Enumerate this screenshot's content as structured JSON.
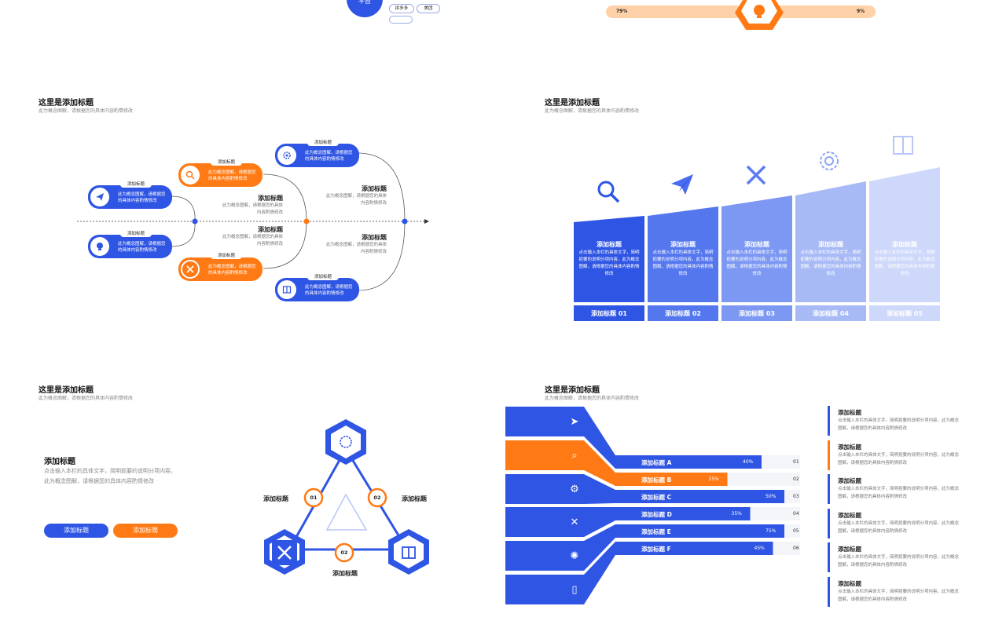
{
  "top": {
    "platform_label": "平台",
    "tag_pinduoduo": "拼多多",
    "tag_meituan": "美团",
    "progress_left": "79%",
    "progress_right": "9%",
    "progress_value_left": 79,
    "progress_value_right": 9
  },
  "slide1": {
    "title": "这里是添加标题",
    "subtitle": "此为概念图解，请根据您的具体内容酌情修改",
    "node_title": "添加标题",
    "node_text": "此为概念图解，请根据您的具体内容酌情修改",
    "branch_title": "添加标题",
    "branch_text": "此为概念图解，请根据您的具体内容酌情修改"
  },
  "slide2": {
    "title": "这里是添加标题",
    "subtitle": "此为概念图解，请根据您的具体内容酌情修改",
    "col_title": "添加标题",
    "col_text": "点击输入本栏的具体文字，简明扼要的说明分项内容，此为概念图解，请根据您的具体内容酌情修改",
    "footers": [
      "添加标题 01",
      "添加标题 02",
      "添加标题 03",
      "添加标题 04",
      "添加标题 05"
    ],
    "colors": [
      "#2f55e4",
      "#5577ee",
      "#7d98f2",
      "#a8baf6",
      "#cdd8fa"
    ]
  },
  "slide3": {
    "title": "这里是添加标题",
    "subtitle": "此为概念图解，请根据您的具体内容酌情修改",
    "heading": "添加标题",
    "body": "点击输入本栏的具体文字，简明扼要的说明分项内容，此为概念图解，请根据您的具体内容酌情修改",
    "btn_blue": "添加标题",
    "btn_orange": "添加标题",
    "label_left": "添加标题",
    "label_right": "添加标题",
    "label_bottom": "添加标题",
    "num_left": "01",
    "num_right": "02",
    "num_bottom": "02"
  },
  "slide4": {
    "title": "这里是添加标题",
    "subtitle": "此为概念图解，请根据您的具体内容酌情修改",
    "bars": [
      {
        "label": "添加标题 A",
        "pct": "40%",
        "num": "01",
        "value": 40,
        "color": "#2f55e4"
      },
      {
        "label": "添加标题 B",
        "pct": "25%",
        "num": "02",
        "value": 25,
        "color": "#ff7a14"
      },
      {
        "label": "添加标题 C",
        "pct": "50%",
        "num": "03",
        "value": 50,
        "color": "#2f55e4"
      },
      {
        "label": "添加标题 D",
        "pct": "35%",
        "num": "04",
        "value": 35,
        "color": "#2f55e4"
      },
      {
        "label": "添加标题 E",
        "pct": "75%",
        "num": "05",
        "value": 75,
        "color": "#2f55e4"
      },
      {
        "label": "添加标题 F",
        "pct": "45%",
        "num": "06",
        "value": 45,
        "color": "#2f55e4"
      }
    ],
    "side_title": "添加标题",
    "side_text": "点击输入本栏的具体文字，简明扼要的说明分项内容，此为概念图解，请根据您的具体内容酌情修改"
  },
  "colors": {
    "blue": "#2f55e4",
    "orange": "#ff7a14",
    "light_orange": "#ffd1a8"
  }
}
